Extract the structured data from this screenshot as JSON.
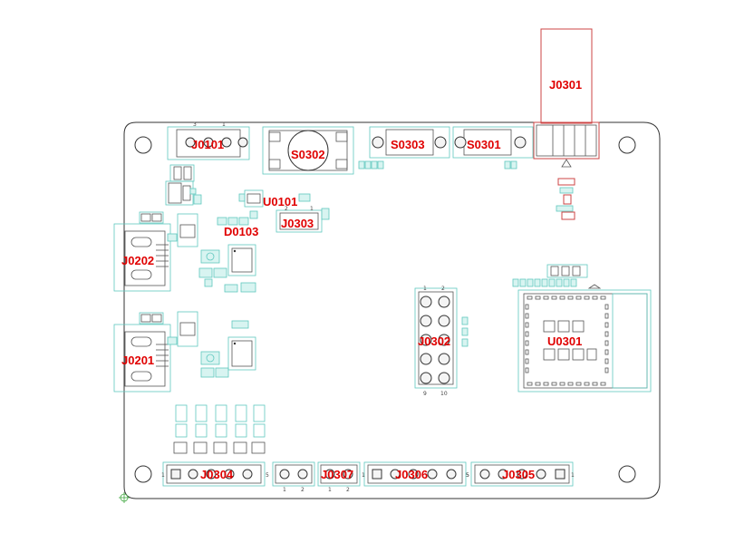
{
  "designators": {
    "j0101": "J0101",
    "s0302": "S0302",
    "s0303": "S0303",
    "s0301": "S0301",
    "j0301": "J0301",
    "u0101": "U0101",
    "j0303": "J0303",
    "d0103": "D0103",
    "j0202": "J0202",
    "j0302": "J0302",
    "u0301": "U0301",
    "j0201": "J0201",
    "j0304": "J0304",
    "j0307": "J0307",
    "j0306": "J0306",
    "j0305": "J0305"
  },
  "pin_labels": {
    "j0304_pin5": "5",
    "j0304_pin1": "1",
    "j0307_pin1": "1",
    "j0307_pin2": "2",
    "j0306_pin1": "1",
    "j0306_pin5": "5",
    "j0305_pin5": "5",
    "j0305_pin1": "1",
    "j0302_pin1": "1",
    "j0302_pin2": "2",
    "j0302_pin9": "9",
    "j0302_pin10": "10",
    "unlabeled_pad_1": "1",
    "unlabeled_pad_2": "2",
    "j0101_pin3": "3",
    "j0101_pin1": "1"
  },
  "colors": {
    "designator": "#e00000",
    "outline": "#333333",
    "courtyard": "#5fc8bf",
    "highlight": "#cc4444"
  }
}
